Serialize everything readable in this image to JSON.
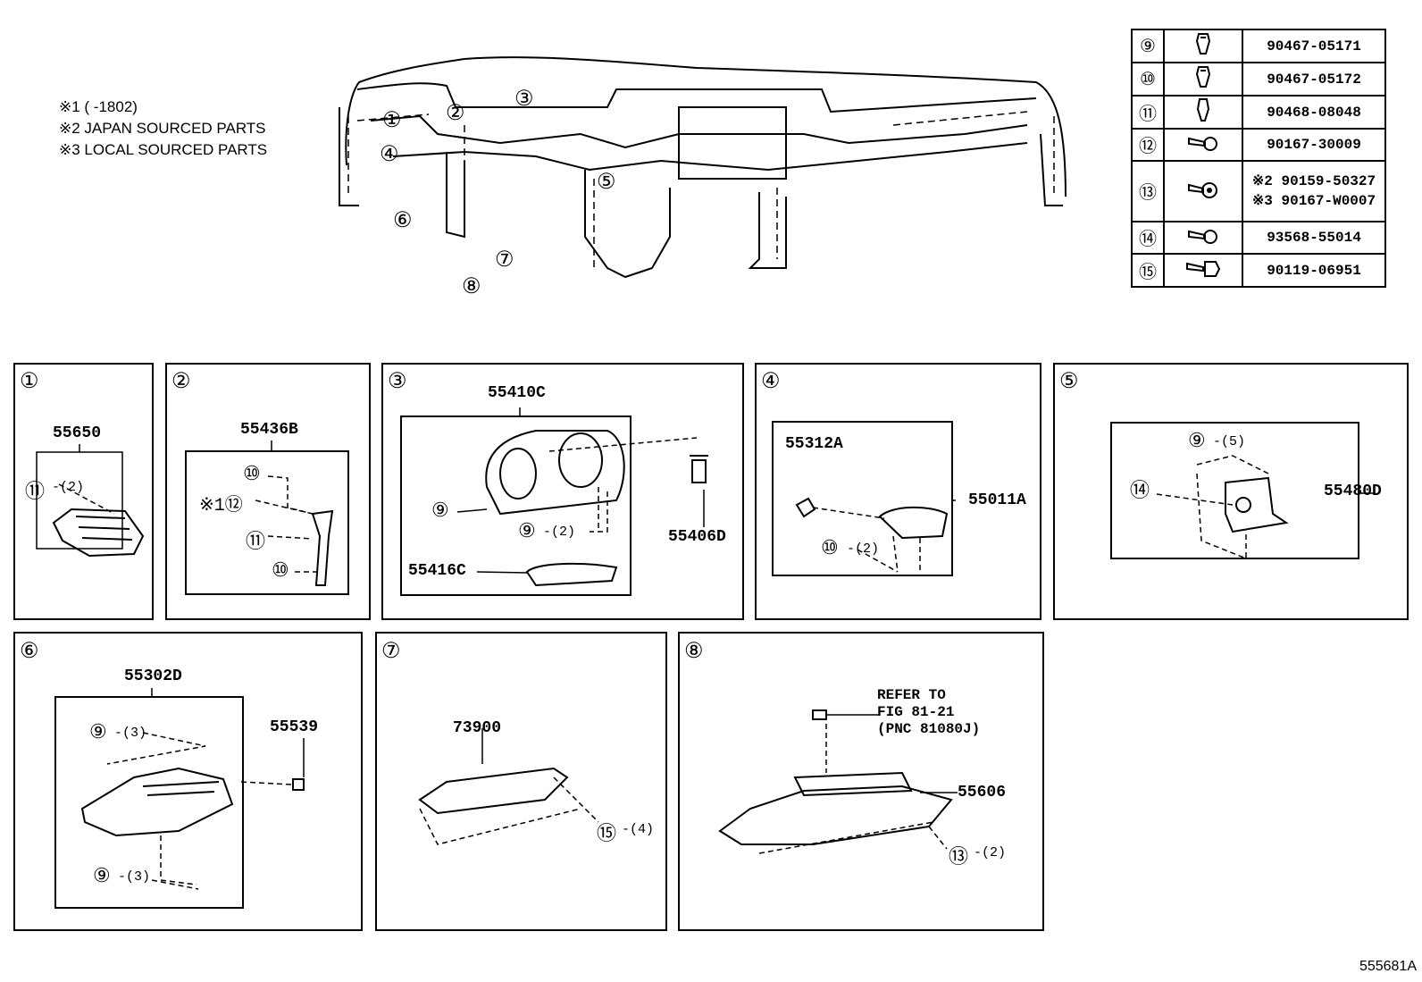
{
  "notes": [
    "※1 (      -1802)",
    "※2 JAPAN SOURCED PARTS",
    "※3 LOCAL SOURCED PARTS"
  ],
  "overview_callouts": [
    "①",
    "②",
    "③",
    "④",
    "⑤",
    "⑥",
    "⑦",
    "⑧"
  ],
  "parts_table": [
    {
      "key": "⑨",
      "icon": "clip-icon",
      "number": "90467-05171"
    },
    {
      "key": "⑩",
      "icon": "clip-icon",
      "number": "90467-05172"
    },
    {
      "key": "⑪",
      "icon": "clip-icon",
      "number": "90468-08048"
    },
    {
      "key": "⑫",
      "icon": "screw-icon",
      "number": "90167-30009"
    },
    {
      "key": "⑬",
      "icon": "bolt-icon",
      "number": "※2 90159-50327",
      "number2": "※3 90167-W0007"
    },
    {
      "key": "⑭",
      "icon": "screw-icon",
      "number": "93568-55014"
    },
    {
      "key": "⑮",
      "icon": "bolt-icon",
      "number": "90119-06951"
    }
  ],
  "panels": {
    "p1": {
      "num": "①",
      "part": "55650",
      "c1": "⑪",
      "q1": "-(2)"
    },
    "p2": {
      "num": "②",
      "part": "55436B",
      "c1": "⑩",
      "c2": "※1⑫",
      "c3": "⑪",
      "c4": "⑩"
    },
    "p3": {
      "num": "③",
      "part": "55410C",
      "c1": "⑨",
      "c2": "⑨",
      "q2": "-(2)",
      "part2": "55406D",
      "part3": "55416C"
    },
    "p4": {
      "num": "④",
      "part": "55312A",
      "part2": "55011A",
      "c1": "⑩",
      "q1": "-(2)"
    },
    "p5": {
      "num": "⑤",
      "part": "55480D",
      "c1": "⑨",
      "q1": "-(5)",
      "c2": "⑭"
    },
    "p6": {
      "num": "⑥",
      "part": "55302D",
      "part2": "55539",
      "c1": "⑨",
      "q1": "-(3)",
      "c2": "⑨",
      "q2": "-(3)"
    },
    "p7": {
      "num": "⑦",
      "part": "73900",
      "c1": "⑮",
      "q1": "-(4)"
    },
    "p8": {
      "num": "⑧",
      "part": "55606",
      "ref1": "REFER TO",
      "ref2": "FIG 81-21",
      "ref3": "(PNC 81080J)",
      "c1": "⑬",
      "q1": "-(2)"
    }
  },
  "figure_id": "555681A"
}
